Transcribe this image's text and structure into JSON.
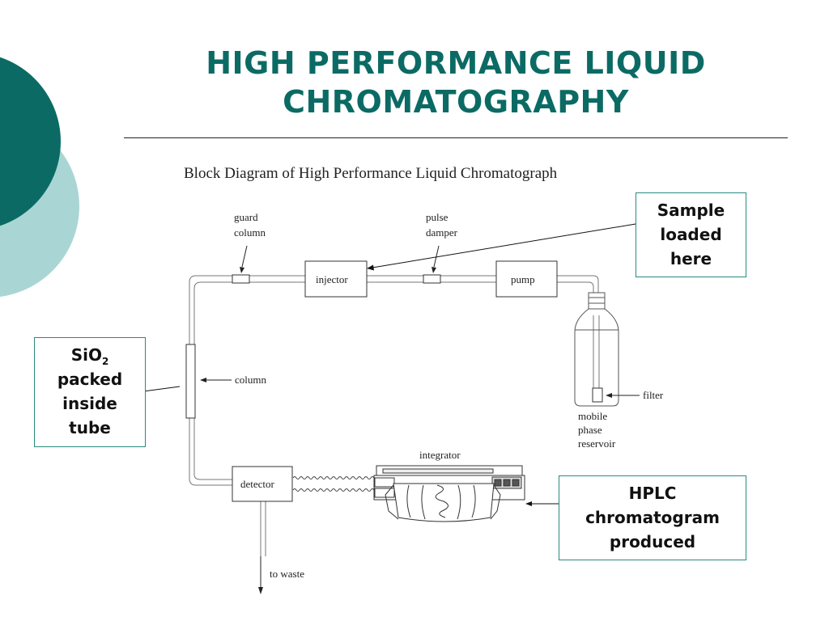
{
  "slide": {
    "title_line1": "HIGH PERFORMANCE LIQUID",
    "title_line2": "CHROMATOGRAPHY"
  },
  "diagram": {
    "title": "Block Diagram of High Performance Liquid Chromatograph",
    "labels": {
      "guard_column_1": "guard",
      "guard_column_2": "column",
      "pulse_damper_1": "pulse",
      "pulse_damper_2": "damper",
      "injector": "injector",
      "pump": "pump",
      "column": "column",
      "filter": "filter",
      "reservoir_1": "mobile",
      "reservoir_2": "phase",
      "reservoir_3": "reservoir",
      "integrator": "integrator",
      "detector": "detector",
      "to_waste": "to waste"
    }
  },
  "callouts": {
    "sample": [
      "Sample",
      "loaded",
      "here"
    ],
    "sio2": {
      "formula_main": "SiO",
      "formula_sub": "2",
      "line2": "packed",
      "line3": "inside",
      "line4": "tube"
    },
    "hplc": [
      "HPLC",
      "chromatogram",
      "produced"
    ]
  },
  "colors": {
    "title": "#0b6b64",
    "dark_teal": "#0b6b64",
    "light_teal": "#a9d6d4",
    "callout_border": "#2a8a80"
  }
}
